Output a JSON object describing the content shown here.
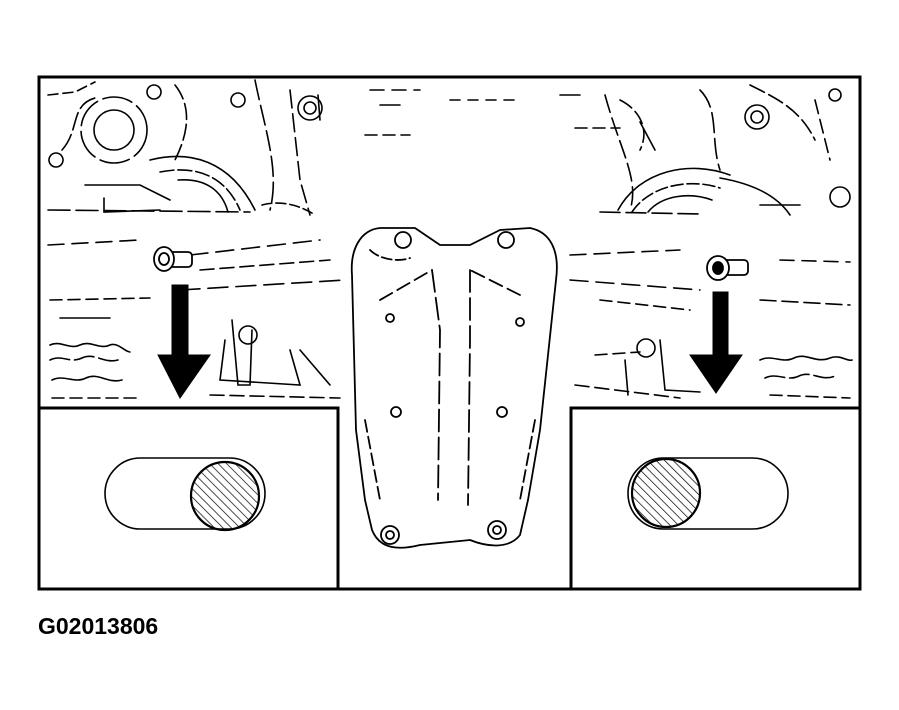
{
  "figure": {
    "id_label": "G02013806",
    "ink_color": "#000000",
    "paper_color": "#ffffff",
    "callouts": [
      {
        "name": "left-slot-detail",
        "description_icon": "slot-with-dowel-icon"
      },
      {
        "name": "right-slot-detail",
        "description_icon": "slot-with-dowel-icon"
      }
    ],
    "arrows": [
      "left-down-arrow-icon",
      "right-down-arrow-icon"
    ]
  }
}
